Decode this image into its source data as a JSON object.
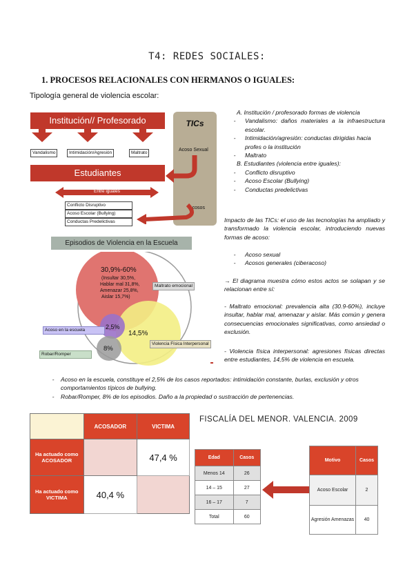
{
  "page_title": "T4: REDES SOCIALES:",
  "section_heading": "1.   PROCESOS RELACIONALES CON HERMANOS O IGUALES:",
  "intro": "Tipología general de violencia escolar:",
  "diagram_top": {
    "institucion": "Institución// Profesorado",
    "vandalismo": "Vandalismo",
    "intimidacion": "Intimidación/Agresión",
    "maltrato": "Maltrato",
    "estudiantes": "Estudiantes",
    "entre_iguales": "Entre iguales",
    "conflicto": "Conflicto Disruptivo",
    "acoso_escolar": "Acoso Escolar (Bullying)",
    "conductas": "Conductas Predelictivas",
    "tics": "TICs",
    "acoso_sexual": "Acoso Sexual",
    "acosos": "Acosos"
  },
  "diagram_venn": {
    "title": "Episodios de Violencia en la Escuela",
    "big_pct": "30,9%-60%",
    "big_detail": [
      "(Insultar 30,5%,",
      "Hablar mal 31,8%,",
      "Amenazar 25,8%,",
      "Aislar 15,7%)"
    ],
    "maltrato_emocional": "Maltrato emocional",
    "acoso_escuela": "Acoso en la escuela",
    "pct_25": "2,5%",
    "pct_145": "14,5%",
    "pct_8": "8%",
    "robar": "Robar/Romper",
    "violencia_fisica": "Violencia Física Interpersonal"
  },
  "right_text": {
    "a": "A.  Institución  /  profesorado  formas  de violencia",
    "a_items": [
      "Vandalismo:  daños  materiales  a  la infraestructura escolar.",
      "Intimidación/agresión:  conductas  dirigidas hacia profes o la institución",
      "Maltrato"
    ],
    "b": "B.  Estudiantes (violencia entre iguales):",
    "b_items": [
      "Conflicto disruptivo",
      "Acoso Escolar (Bullying)",
      "Conductas predelictivas"
    ],
    "impacto": "Impacto de las TICs: el uso de las tecnologías ha ampliado y transformado la violencia escolar, introduciendo  nuevas formas de acoso:",
    "impacto_items": [
      "Acoso sexual",
      "Acosos generales (ciberacoso)"
    ],
    "diagrama": "→  El diagrama muestra cómo estos actos se solapan y se relacionan entre sí:",
    "maltrato_emocional": "-   Maltrato emocional: prevalencia alta (30.9-60%), incluye insultar, hablar mal, amenazar y aislar. Más común y genera consecuencias emocionales significativas, como ansiedad o exclusión.",
    "violencia_fisica": "-   Violencia física interpersonal: agresiones físicas directas entre estudiantes, 14,5% de violencia en escuela."
  },
  "full_items": [
    "Acoso en la escuela, constituye el 2,5% de los casos reportados: intimidación constante, burlas, exclusión y otros comportamientos típicos de bullying.",
    "Robar/Romper, 8% de los episodios. Daño a la propiedad o sustracción de pertenencias."
  ],
  "table1": {
    "headers": [
      "ACOSADOR",
      "VICTIMA"
    ],
    "rows": [
      {
        "label": "Ha actuado como ACOSADOR",
        "acosador": "",
        "victima": "47,4 %"
      },
      {
        "label": "Ha actuado como VICTIMA",
        "acosador": "40,4 %",
        "victima": ""
      }
    ]
  },
  "fiscal_title": "FISCALÍA DEL MENOR. VALENCIA. 2009",
  "table2": {
    "headers": [
      "Edad",
      "Casos"
    ],
    "rows": [
      [
        "Menos 14",
        "26"
      ],
      [
        "14 – 15",
        "27"
      ],
      [
        "16 – 17",
        "7"
      ],
      [
        "Total",
        "60"
      ]
    ]
  },
  "table3": {
    "headers": [
      "Motivo",
      "Casos"
    ],
    "rows": [
      [
        "Acoso Escolar",
        "2"
      ],
      [
        "Agresión Amenazas",
        "40"
      ]
    ]
  },
  "colors": {
    "accent": "#c0382b",
    "tics_box": "#b8ad95"
  }
}
